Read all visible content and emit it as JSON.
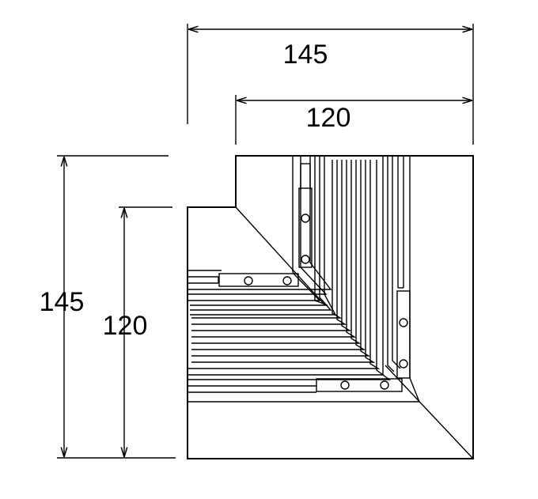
{
  "dimensions": {
    "top_outer": "145",
    "top_inner": "120",
    "left_outer": "145",
    "left_inner": "120"
  },
  "colors": {
    "line": "#000000",
    "background": "#ffffff"
  }
}
